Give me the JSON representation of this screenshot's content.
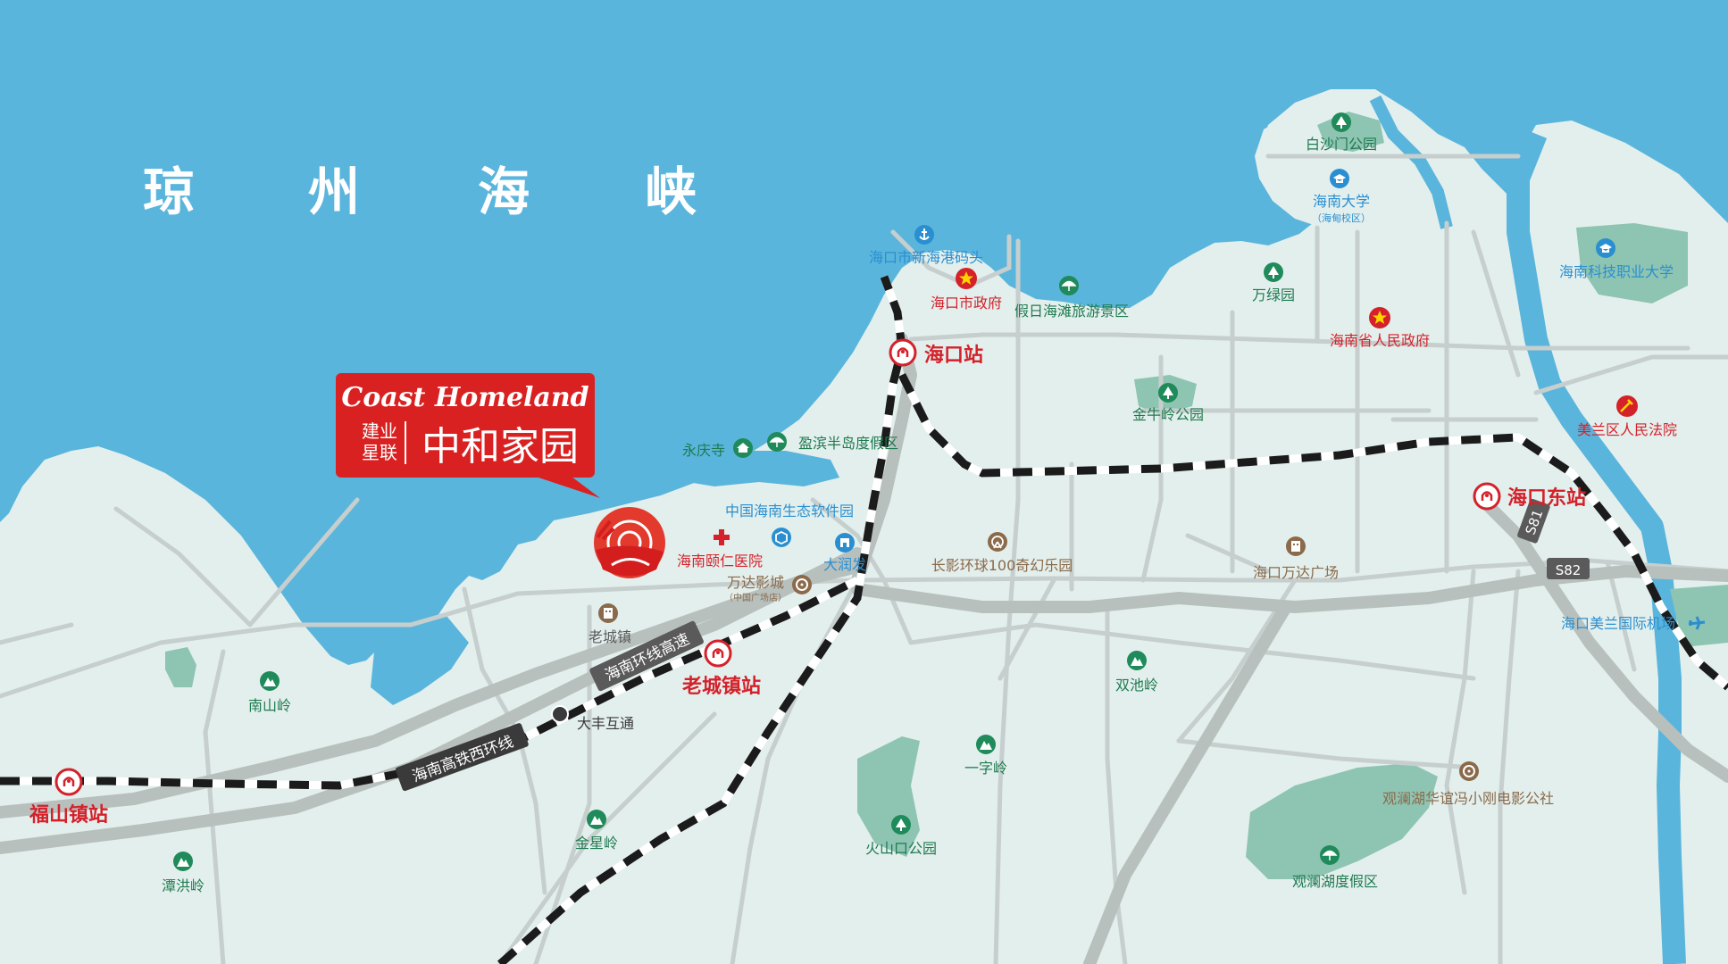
{
  "sea_title": [
    "琼",
    "州",
    "海",
    "峡"
  ],
  "brand": {
    "english": "Coast Homeland",
    "line1": "建业",
    "line2": "星联",
    "name": "中和家园"
  },
  "poi": {
    "baishamen": "白沙门公园",
    "hainan_univ": "海南大学",
    "hainan_univ_sub": "（海甸校区）",
    "xinhai_port": "海口市新海港码头",
    "haikou_gov": "海口市政府",
    "holiday_beach": "假日海滩旅游景区",
    "wanlvyuan": "万绿园",
    "hn_gov": "海南省人民政府",
    "hn_tech": "海南科技职业大学",
    "jinniuling": "金牛岭公园",
    "meilan_court": "美兰区人民法院",
    "yongqing": "永庆寺",
    "yingbin": "盈滨半岛度假区",
    "software_park": "中国海南生态软件园",
    "yiren_hospital": "海南颐仁医院",
    "darunfa": "大润发",
    "wanda_cinema": "万达影城",
    "wanda_cinema_sub": "（中国广场店）",
    "changying": "长影环球100奇幻乐园",
    "haikou_wanda": "海口万达广场",
    "meilan_airport": "海口美兰国际机场",
    "laocheng": "老城镇",
    "nanshanling": "南山岭",
    "shuangchiling": "双池岭",
    "yiziling": "一字岭",
    "dafeng": "大丰互通",
    "jinxingling": "金星岭",
    "huoshankou": "火山口公园",
    "guanlanhu_film": "观澜湖华谊冯小刚电影公社",
    "guanlanhu_resort": "观澜湖度假区",
    "tanhongling": "潭洪岭"
  },
  "stations": {
    "haikou": "海口站",
    "haikou_east": "海口东站",
    "laocheng": "老城镇站",
    "fushan": "福山镇站"
  },
  "roads": {
    "ring_expressway": "海南环线高速",
    "hsr_west": "海南高铁西环线",
    "s81": "S81",
    "s82": "S82"
  },
  "colors": {
    "sea": "#5ab5dc",
    "land": "#e3efed",
    "park": "#8ec4b2",
    "road": "#c4ccca",
    "brand_red": "#d92121",
    "poi_green": "#1f8a5a",
    "poi_red": "#d4212a",
    "poi_blue": "#2a8fd0",
    "poi_brown": "#8a6a4a"
  }
}
